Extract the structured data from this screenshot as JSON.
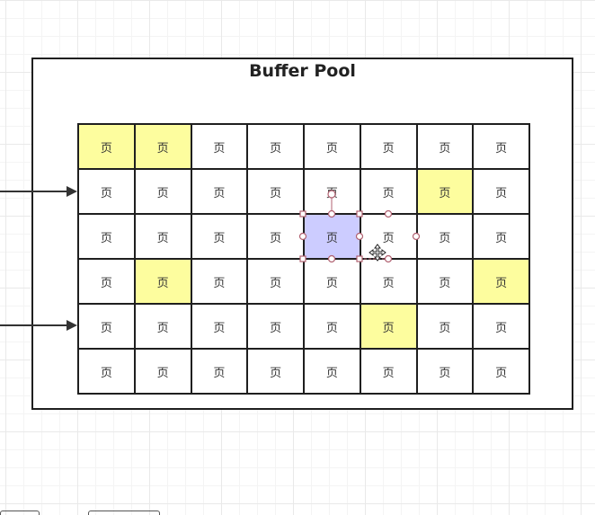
{
  "diagram": {
    "title": "Buffer Pool",
    "page_label": "页",
    "rows": 6,
    "cols": 8,
    "highlighted_pages": [
      [
        0,
        0
      ],
      [
        0,
        1
      ],
      [
        1,
        6
      ],
      [
        3,
        1
      ],
      [
        3,
        7
      ],
      [
        4,
        5
      ]
    ],
    "selected_page": [
      2,
      4
    ],
    "colors": {
      "used_page": "#fdfd9e",
      "selected_page": "#ccccff",
      "free_page": "#ffffff",
      "border": "#1f1f1f"
    },
    "incoming_arrows": 2
  }
}
